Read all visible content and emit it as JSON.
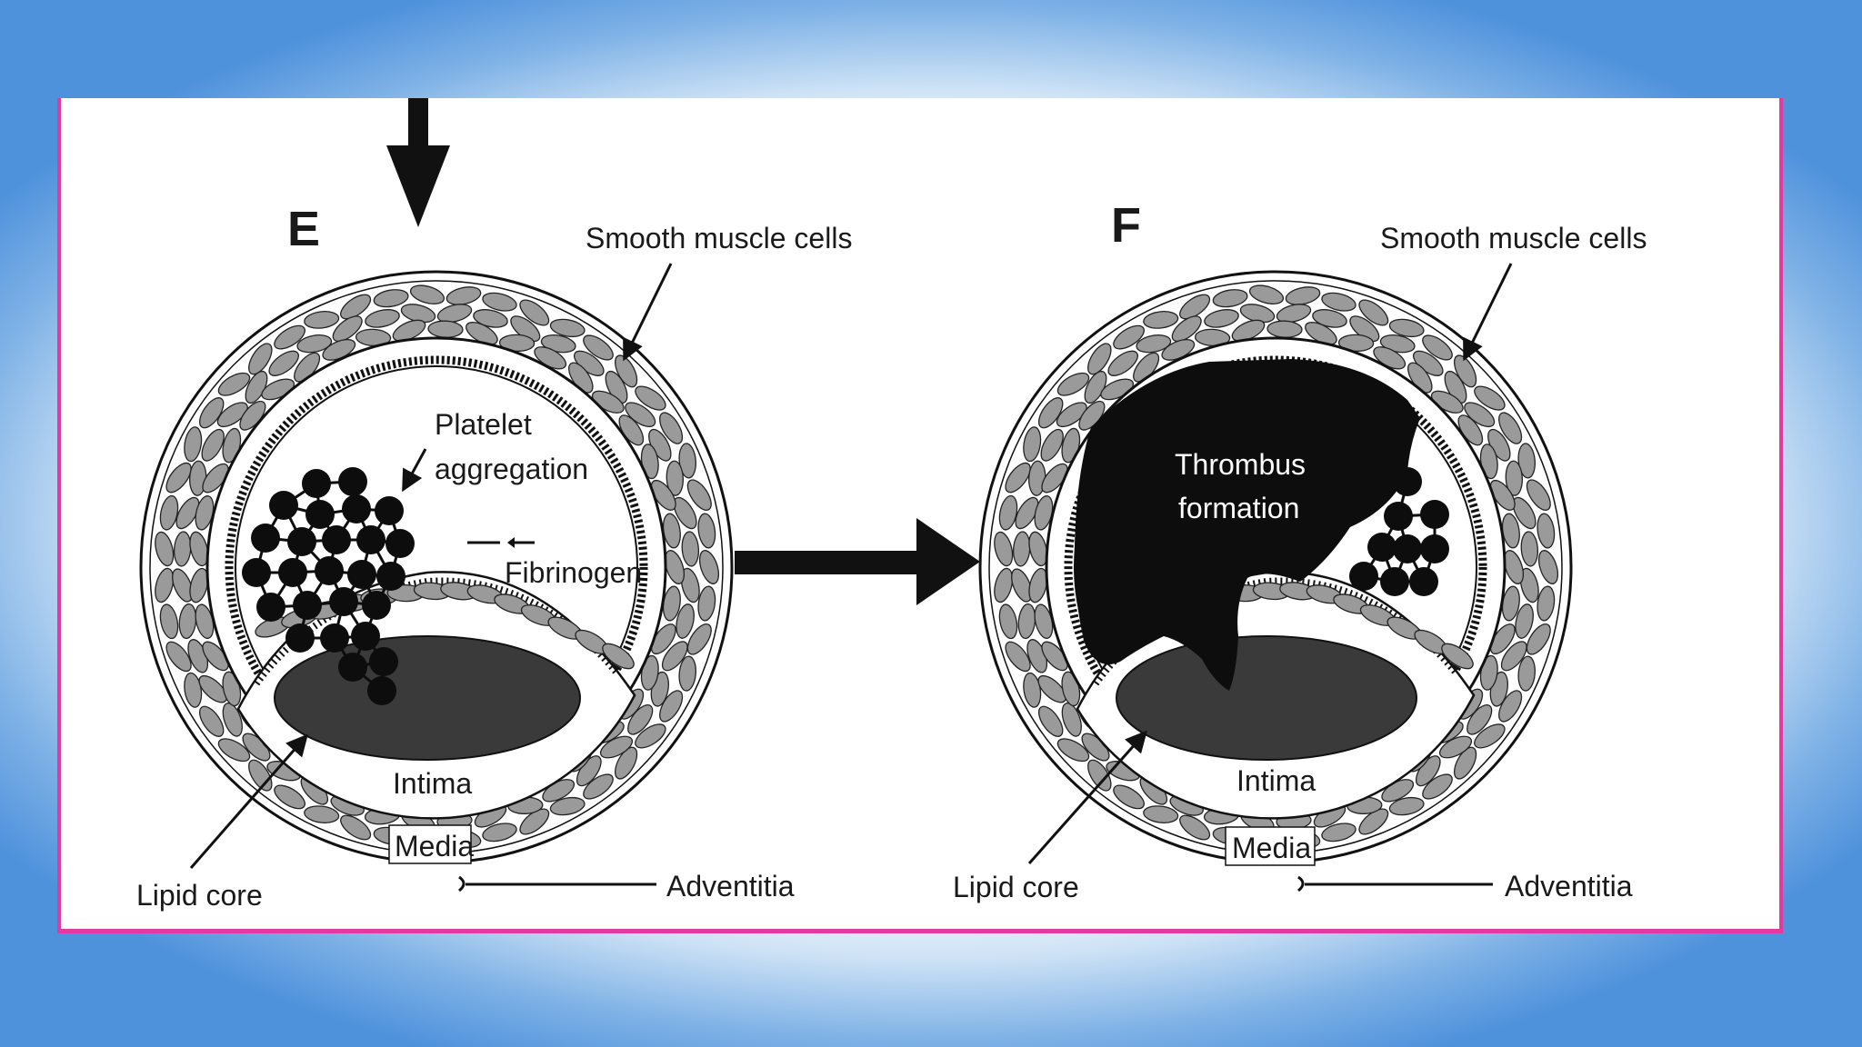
{
  "panels": [
    {
      "letter": "E",
      "labels": {
        "smooth_muscle": "Smooth muscle cells",
        "platelet_line1": "Platelet",
        "platelet_line2": "aggregation",
        "fibrinogen": "Fibrinogen",
        "intima": "Intima",
        "media": "Media",
        "lipid_core": "Lipid core",
        "adventitia": "Adventitia"
      }
    },
    {
      "letter": "F",
      "labels": {
        "smooth_muscle": "Smooth muscle cells",
        "thrombus_line1": "Thrombus",
        "thrombus_line2": "formation",
        "intima": "Intima",
        "media": "Media",
        "lipid_core": "Lipid core",
        "adventitia": "Adventitia"
      }
    }
  ],
  "colors": {
    "frame_border": "#e23aa0",
    "background_blue": "#4f92dc",
    "ink": "#111111",
    "cell_fill": "#9a9a9a",
    "lipid_fill": "#3a3a3a"
  }
}
